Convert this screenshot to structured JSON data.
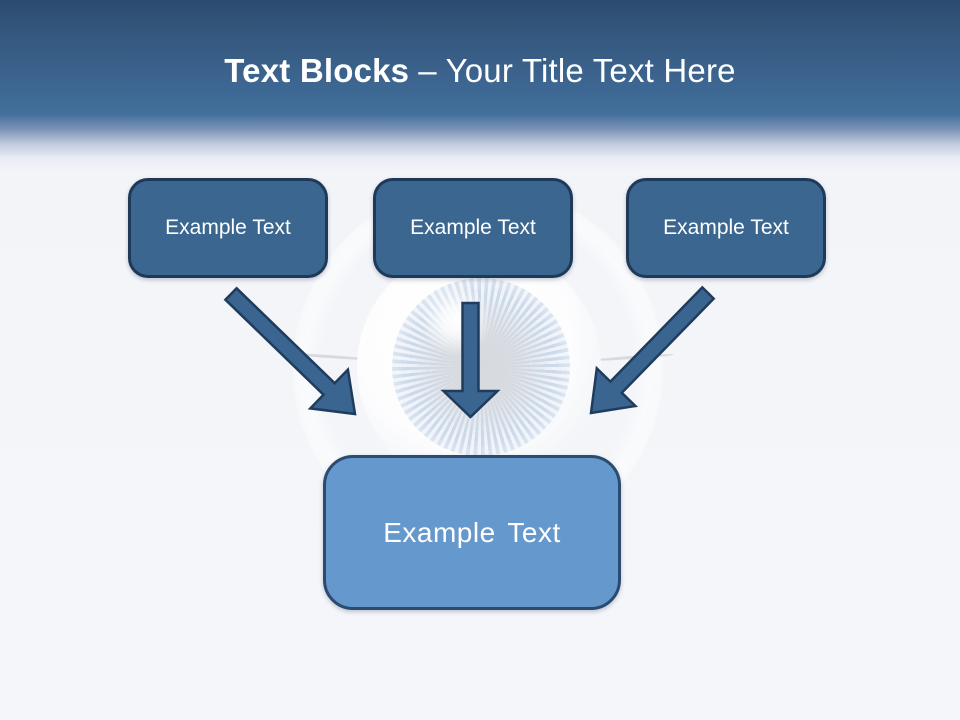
{
  "slide": {
    "title": {
      "bold": "Text Blocks",
      "rest": "– Your Title Text Here"
    },
    "top_boxes": [
      {
        "label": "Example Text"
      },
      {
        "label": "Example Text"
      },
      {
        "label": "Example Text"
      }
    ],
    "bottom_box": {
      "label": "Example Text"
    },
    "arrows": [
      {
        "name": "left-arrow",
        "direction": "down-right"
      },
      {
        "name": "center-arrow",
        "direction": "down"
      },
      {
        "name": "right-arrow",
        "direction": "down-left"
      }
    ],
    "background_art": "faint-eyeball-photo",
    "colors": {
      "header_top": "#2b4c6e",
      "header_mid": "#416f9c",
      "title_text": "#ffffff",
      "top_box_fill": "#3a6690",
      "top_box_border": "#1e3a58",
      "bottom_box_fill": "#6598cc",
      "bottom_box_border": "#2b4c70",
      "arrow_fill": "#3a6590",
      "arrow_border": "#1f3c5c",
      "body_background": "#f3f5f9"
    }
  }
}
